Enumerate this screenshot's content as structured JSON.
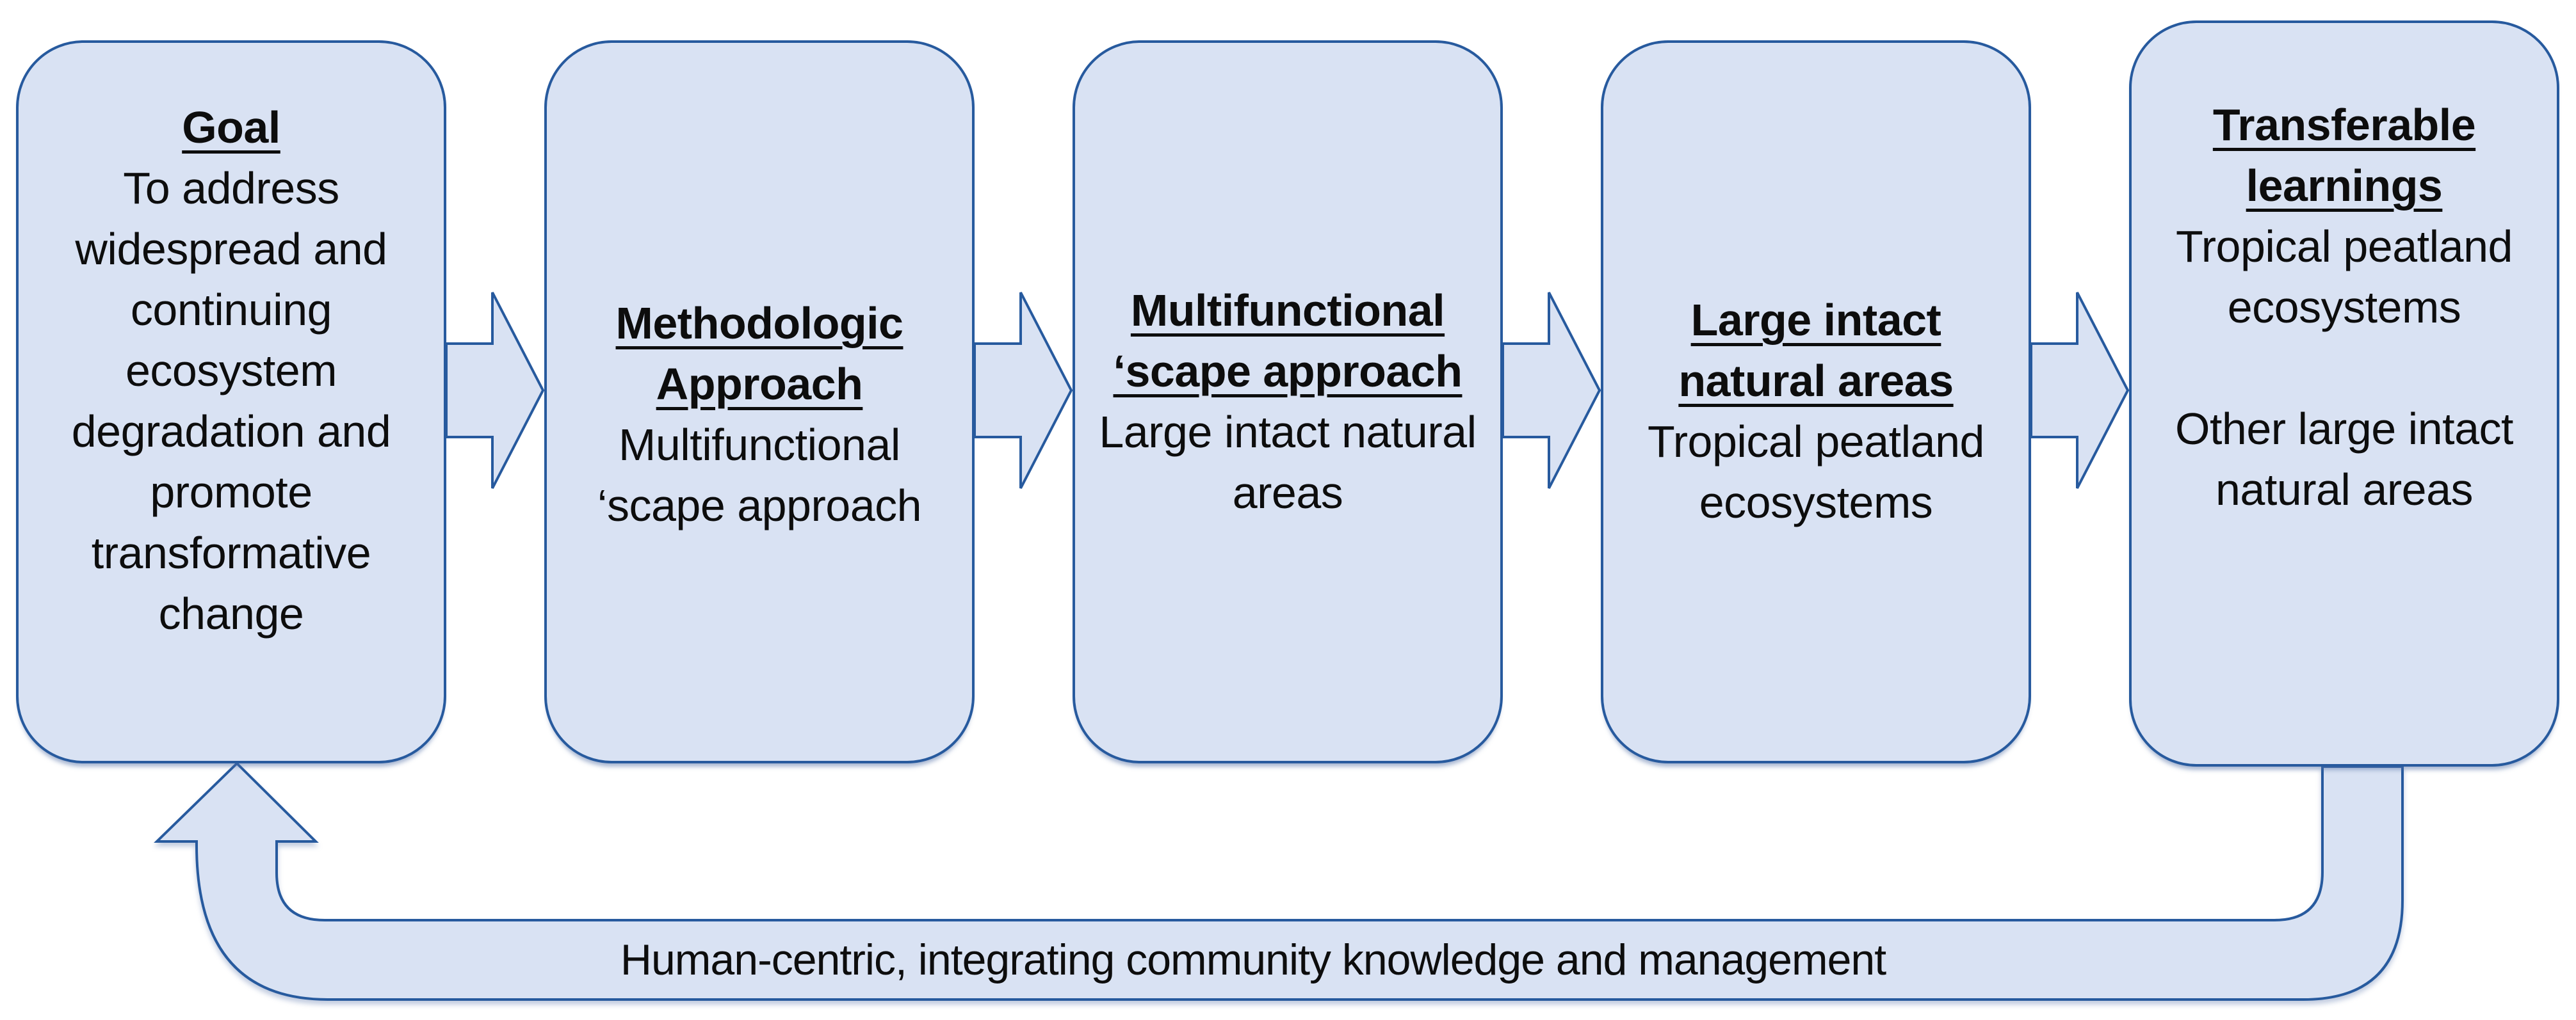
{
  "diagram": {
    "boxes": [
      {
        "title": "Goal",
        "body": [
          "To address widespread and continuing ecosystem degradation and promote transformative change"
        ]
      },
      {
        "title": "Methodologic Approach",
        "body": [
          "Multifunctional ‘scape approach"
        ]
      },
      {
        "title": "Multifunctional ‘scape approach",
        "body": [
          "Large intact natural areas"
        ]
      },
      {
        "title": "Large intact natural areas",
        "body": [
          "Tropical peatland ecosystems"
        ]
      },
      {
        "title": "Transferable learnings",
        "body": [
          "Tropical peatland ecosystems",
          "Other large intact natural areas"
        ]
      }
    ],
    "feedback_label": "Human-centric, integrating community knowledge and management",
    "colors": {
      "shape_fill": "#d9e2f3",
      "shape_stroke": "#275a9e",
      "text": "#0d0d0d",
      "background": "#ffffff"
    }
  }
}
